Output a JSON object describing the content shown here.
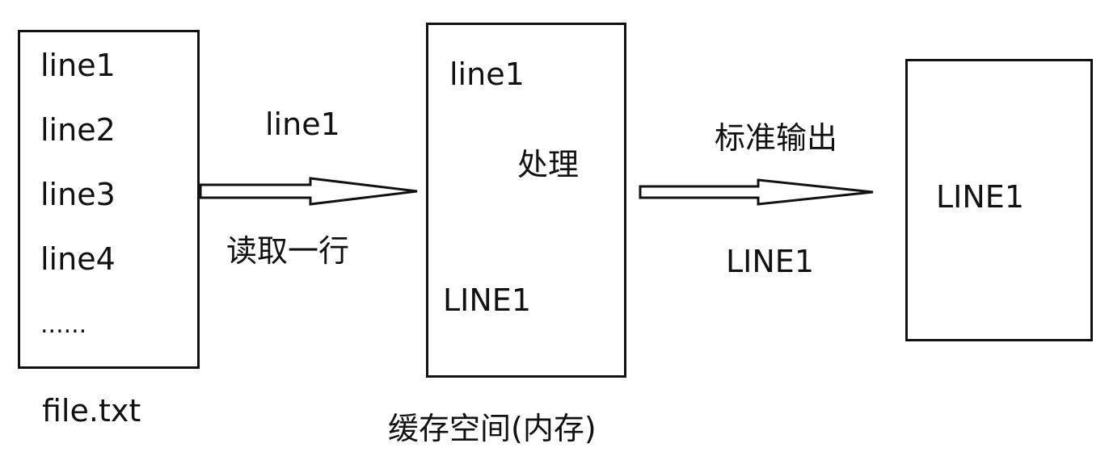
{
  "file_box": {
    "lines": [
      "line1",
      "line2",
      "line3",
      "line4",
      "......"
    ],
    "caption": "file.txt"
  },
  "read_step": {
    "top_label": "line1",
    "bottom_label": "读取一行"
  },
  "buffer_box": {
    "input": "line1",
    "process_label": "处理",
    "output": "LINE1",
    "caption": "缓存空间(内存)"
  },
  "output_step": {
    "top_label": "标准输出",
    "bottom_label": "LINE1"
  },
  "stdout_box": {
    "content": "LINE1"
  }
}
